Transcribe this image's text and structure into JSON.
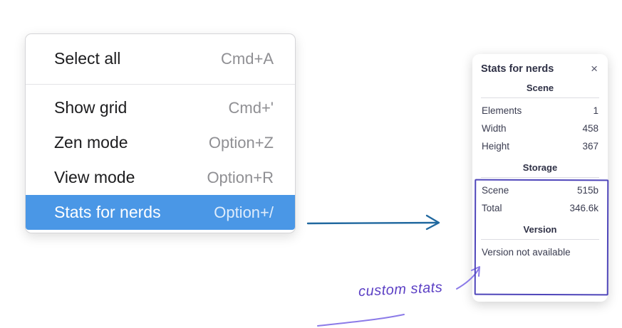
{
  "menu": {
    "selected_item": "Stats for nerds",
    "items": [
      {
        "label": "Select all",
        "shortcut": "Cmd+A"
      },
      {
        "label": "Show grid",
        "shortcut": "Cmd+'"
      },
      {
        "label": "Zen mode",
        "shortcut": "Option+Z"
      },
      {
        "label": "View mode",
        "shortcut": "Option+R"
      },
      {
        "label": "Stats for nerds",
        "shortcut": "Option+/"
      }
    ]
  },
  "stats_panel": {
    "title": "Stats for nerds",
    "close_label": "×",
    "scene": {
      "heading": "Scene",
      "rows": [
        {
          "label": "Elements",
          "value": "1"
        },
        {
          "label": "Width",
          "value": "458"
        },
        {
          "label": "Height",
          "value": "367"
        }
      ]
    },
    "storage": {
      "heading": "Storage",
      "rows": [
        {
          "label": "Scene",
          "value": "515b"
        },
        {
          "label": "Total",
          "value": "346.6k"
        }
      ]
    },
    "version": {
      "heading": "Version",
      "note": "Version not available"
    }
  },
  "annotation": {
    "label": "custom stats"
  },
  "colors": {
    "menu_highlight": "#4a97e6",
    "arrow_blue": "#20689f",
    "box_purple": "#4f46ba",
    "annotation_arrow": "#8b7ae8",
    "annotation_text": "#5b3fc4"
  }
}
